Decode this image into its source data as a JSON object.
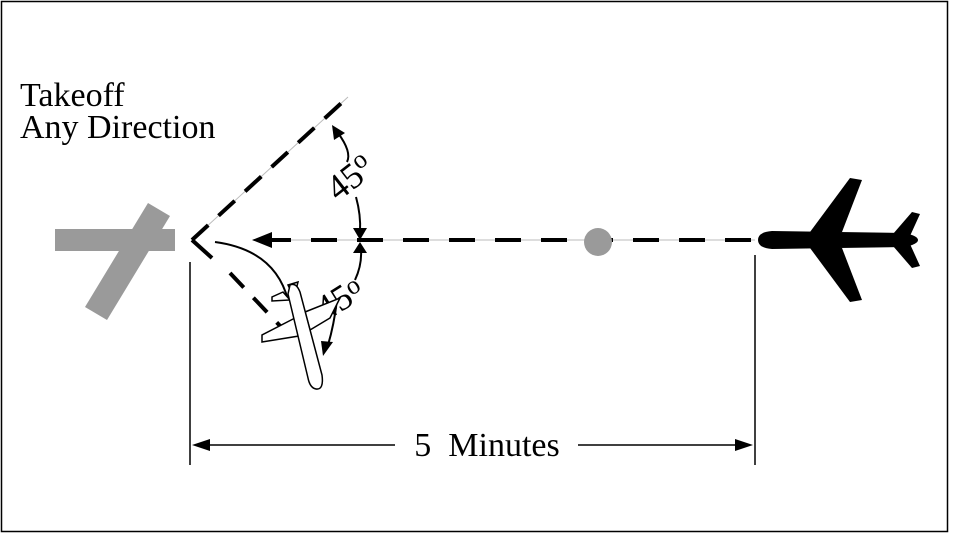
{
  "title_line1": "Takeoff",
  "title_line2": "Any Direction",
  "angle_upper": "45",
  "angle_lower": "45",
  "degree_mark": "o",
  "distance_label": "5  Minutes",
  "colors": {
    "runway": "#9a9a9a",
    "fix": "#9a9a9a",
    "aircraft_inbound": "#000000",
    "line": "#000000"
  }
}
